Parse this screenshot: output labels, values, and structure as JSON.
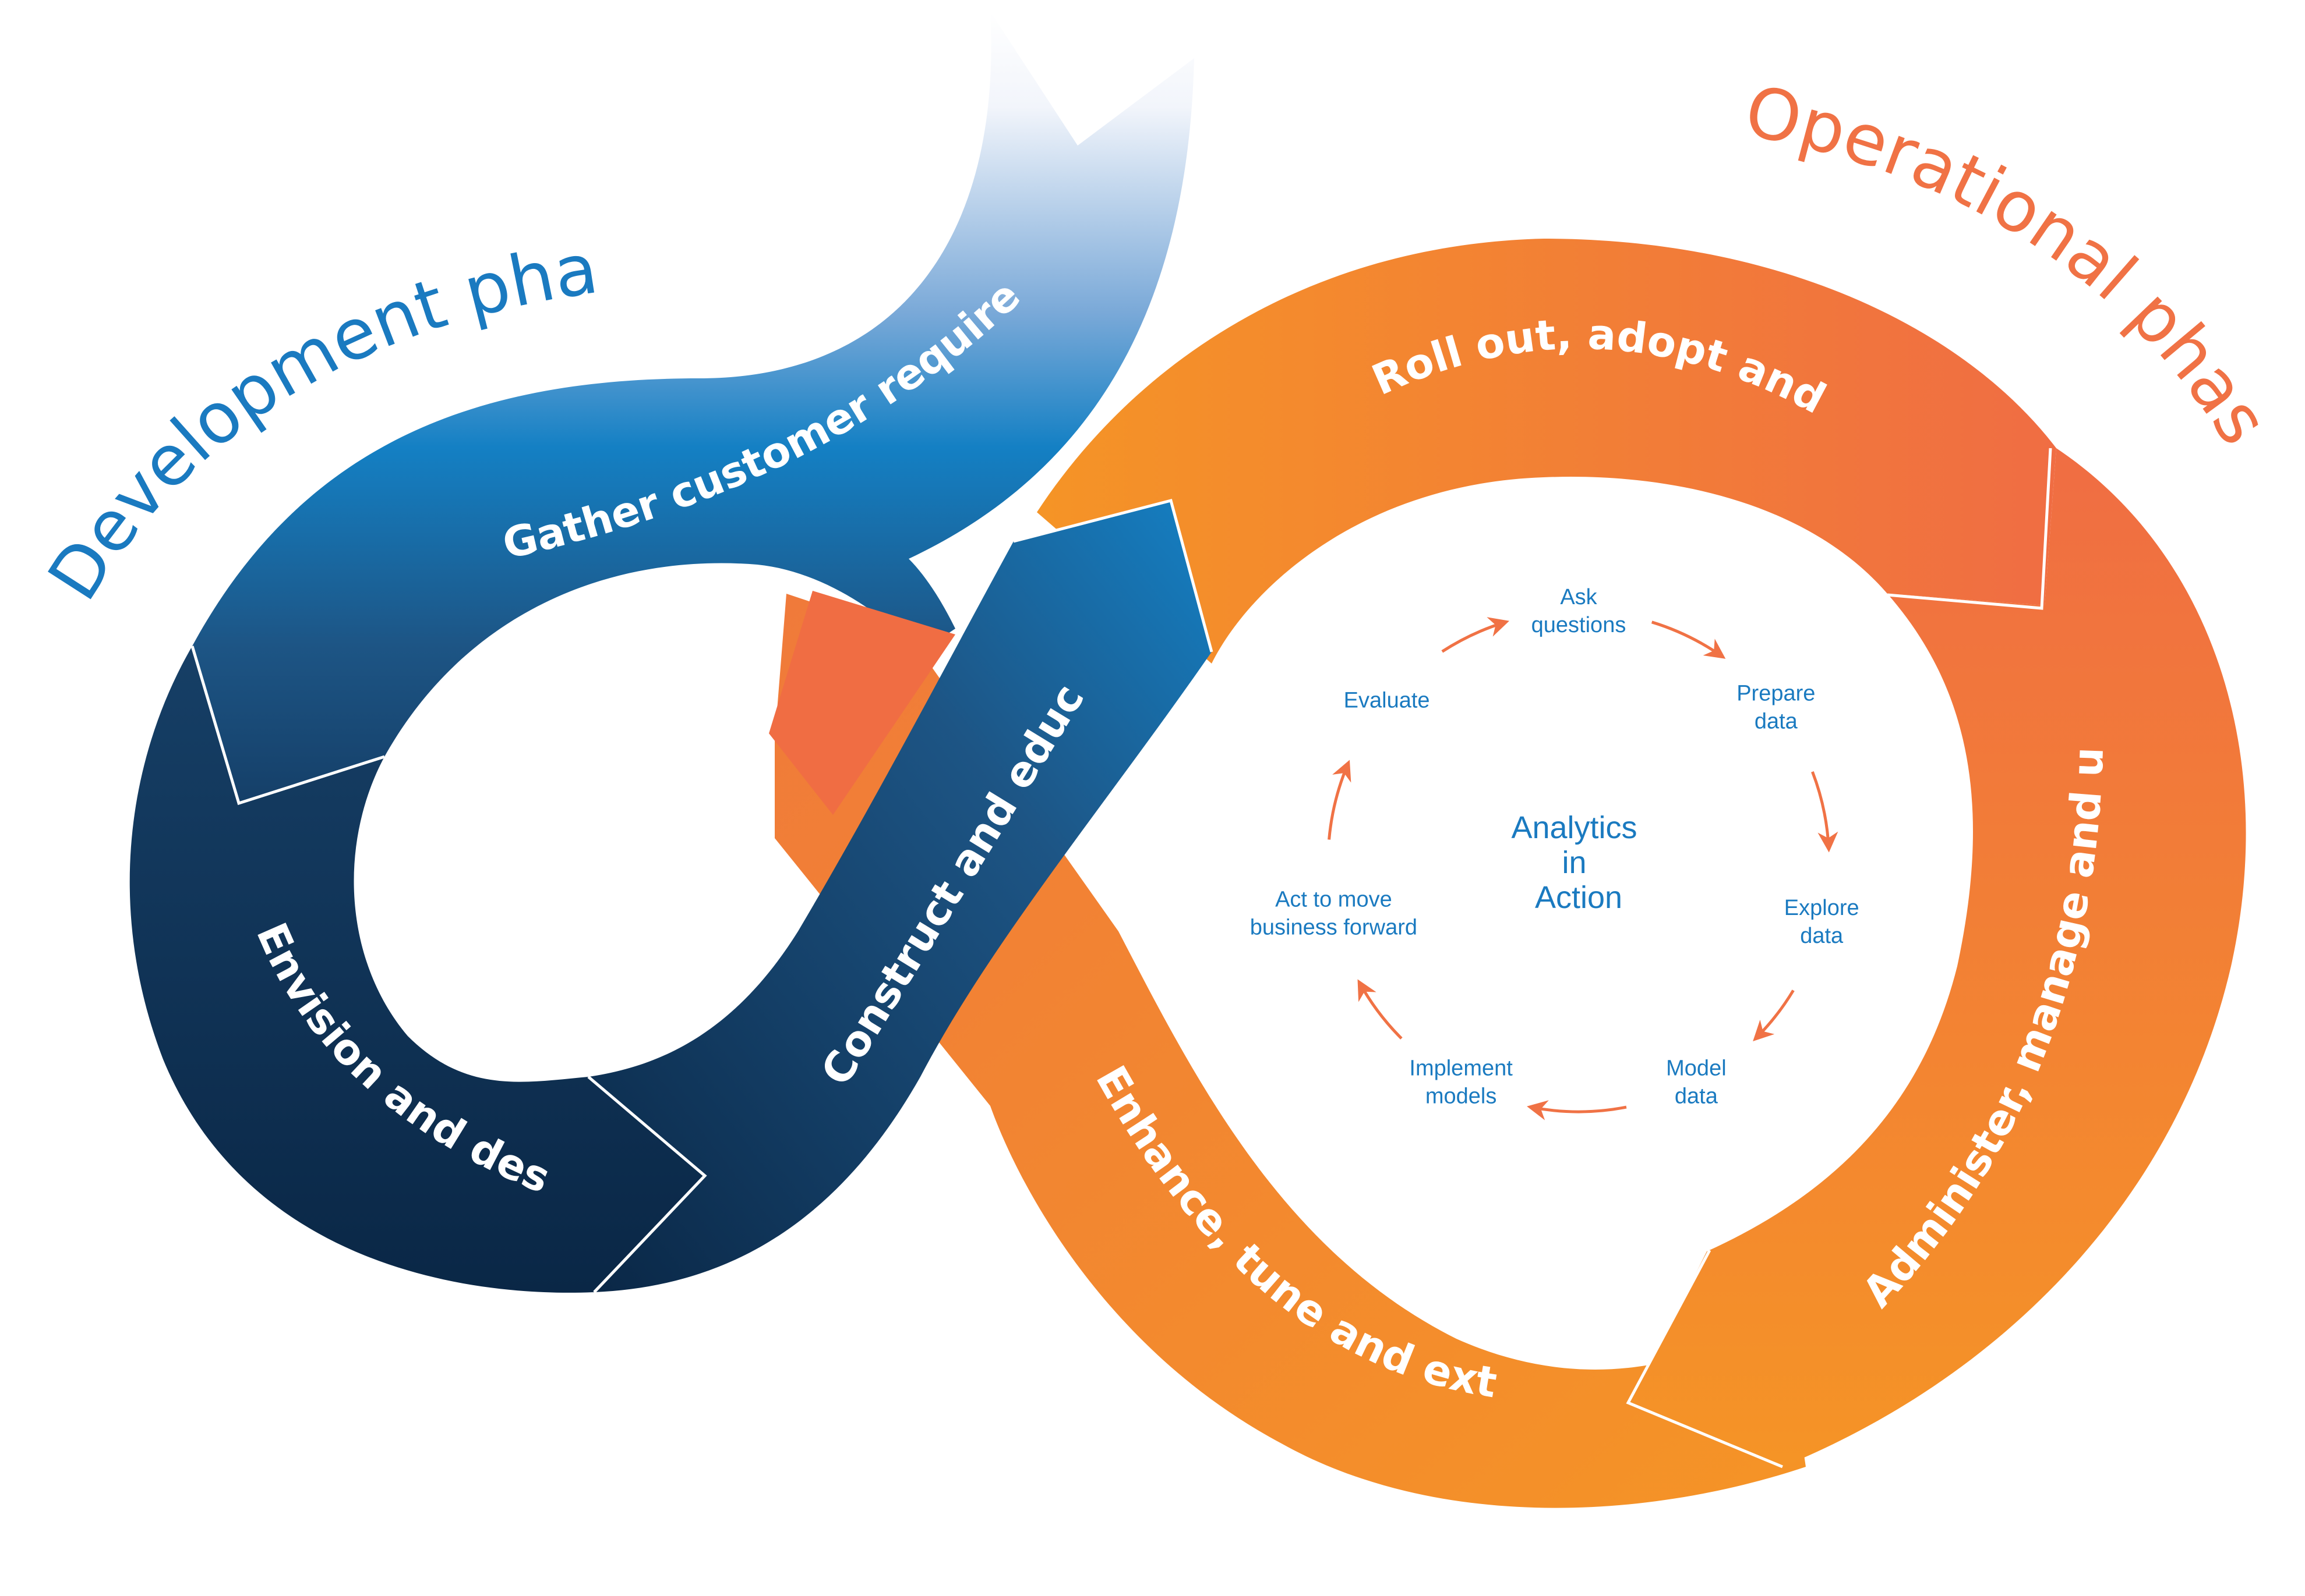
{
  "phases": {
    "development": {
      "title": "Development phase",
      "color": "#1a7ac0"
    },
    "operational": {
      "title": "Operational phase",
      "color": "#f07245"
    }
  },
  "development_steps": [
    {
      "label": "Gather customer requirements"
    },
    {
      "label": "Envision and design"
    },
    {
      "label": "Construct and educate"
    }
  ],
  "operational_steps": [
    {
      "label": "Roll out, adopt and use"
    },
    {
      "label": "Administer, manage and update"
    },
    {
      "label": "Enhance, tune and extend"
    }
  ],
  "analytics_cycle": {
    "center": [
      "Analytics",
      "in",
      "Action"
    ],
    "steps": [
      {
        "lines": [
          "Ask",
          "questions"
        ]
      },
      {
        "lines": [
          "Prepare",
          "data"
        ]
      },
      {
        "lines": [
          "Explore",
          "data"
        ]
      },
      {
        "lines": [
          "Model",
          "data"
        ]
      },
      {
        "lines": [
          "Implement",
          "models"
        ]
      },
      {
        "lines": [
          "Act to move",
          "business forward"
        ]
      },
      {
        "lines": [
          "Evaluate"
        ]
      }
    ]
  },
  "colors": {
    "blue_dark": "#0b2a4a",
    "blue_mid": "#1d5585",
    "blue_bright": "#1480c4",
    "orange_light": "#f59426",
    "orange_red": "#f06d43",
    "cycle_text": "#1a7ac0",
    "cycle_arrow": "#f07245"
  }
}
